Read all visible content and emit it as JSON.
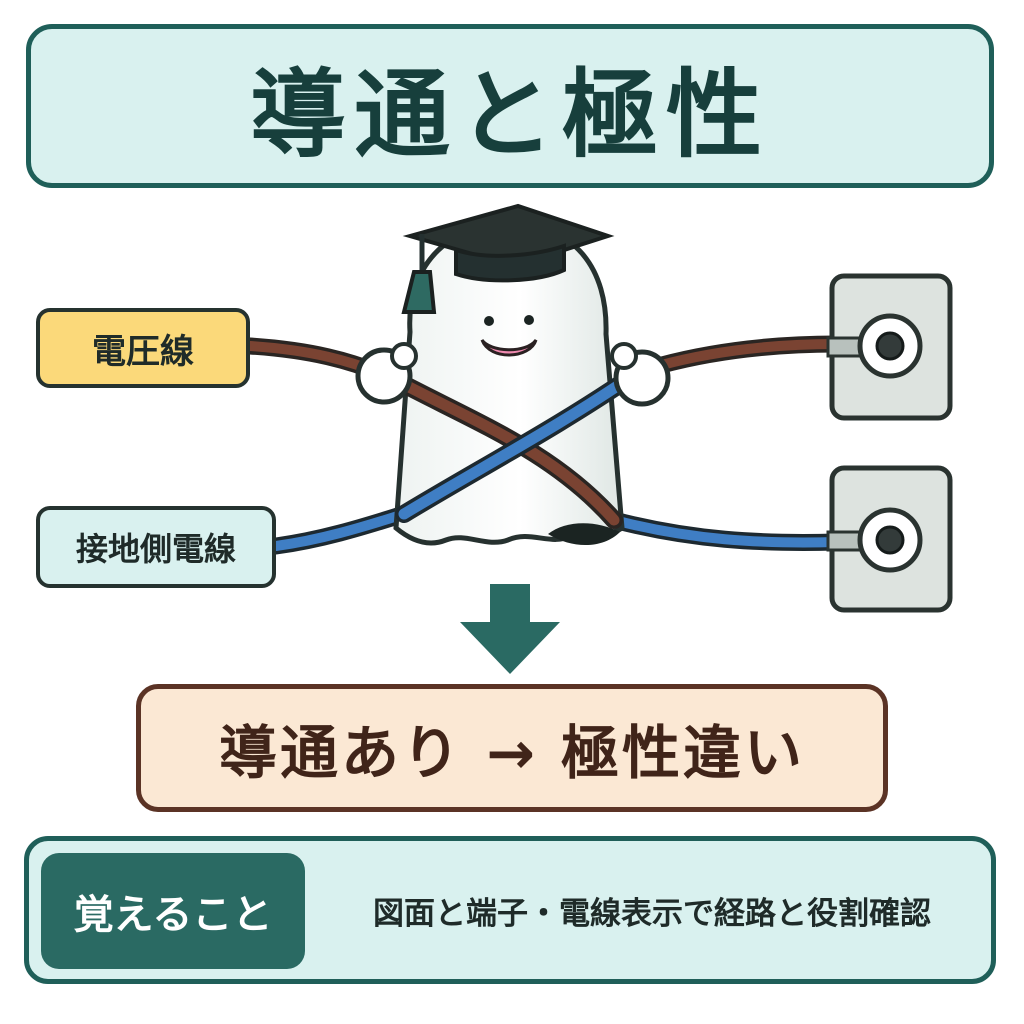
{
  "title": "導通と極性",
  "labels": {
    "voltage_wire": "電圧線",
    "ground_wire": "接地側電線"
  },
  "result": "導通あり → 極性違い",
  "note": {
    "badge": "覚えること",
    "text": "図面と端子・電線表示で経路と役割確認"
  },
  "icons": {
    "mascot": "ghost-graduate-icon",
    "cap": "graduation-cap-icon",
    "terminals": [
      "terminal-top-icon",
      "terminal-bottom-icon"
    ],
    "arrow": "down-arrow-icon"
  },
  "colors": {
    "teal_border": "#1f5f59",
    "teal_fill": "#d9f1ef",
    "voltage_wire": "#7a4332",
    "ground_wire": "#3f7ec4",
    "yellow_label": "#fbd97a",
    "result_fill": "#fbe8d4",
    "arrow": "#2a6a63"
  }
}
